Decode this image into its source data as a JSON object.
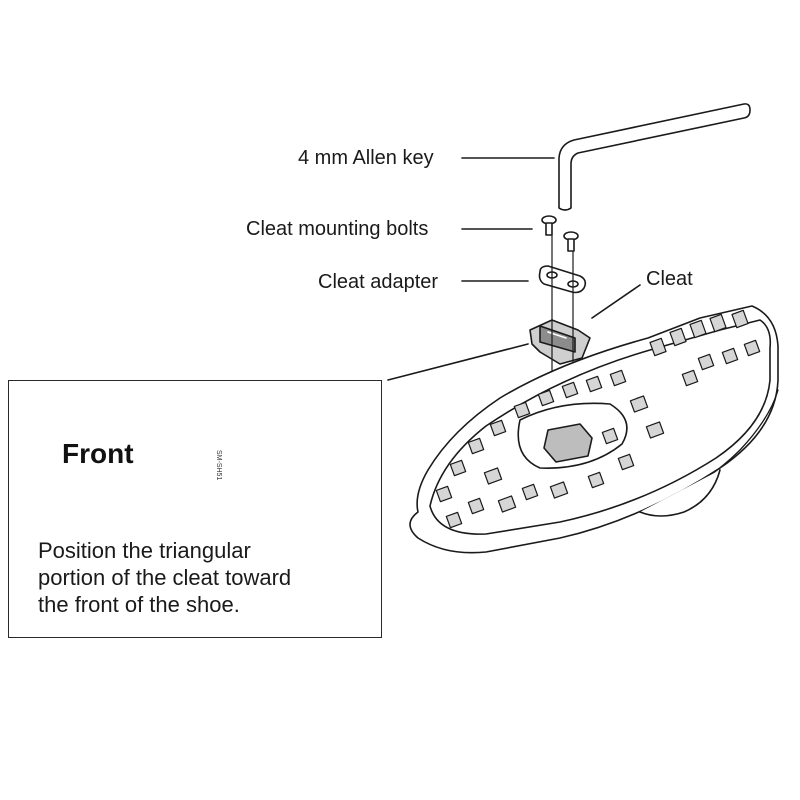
{
  "labels": {
    "allen_key": "4 mm Allen key",
    "mounting_bolts": "Cleat mounting bolts",
    "adapter": "Cleat adapter",
    "cleat": "Cleat"
  },
  "inset": {
    "front": "Front",
    "cleat_stamp": "SM-SH51",
    "note_lines": [
      "Position the triangular",
      "portion of the cleat toward",
      "the front of the shoe."
    ]
  }
}
